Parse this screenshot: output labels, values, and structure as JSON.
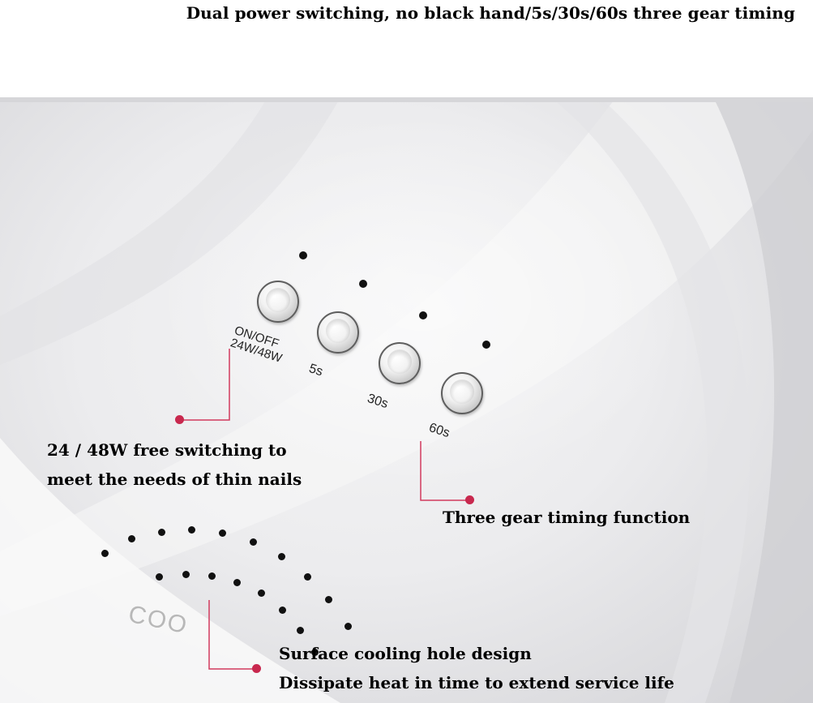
{
  "heading": "Dual power switching, no black hand/5s/30s/60s three gear timing",
  "buttons": {
    "power_label_line1": "ON/OFF",
    "power_label_line2": "24W/48W",
    "timer_5s": "5s",
    "timer_30s": "30s",
    "timer_60s": "60s"
  },
  "callouts": {
    "power_line1": "24 / 48W free switching to",
    "power_line2": "meet the needs of thin nails",
    "timer": "Three gear timing function",
    "cooling_line1": "Surface cooling hole design",
    "cooling_line2": "Dissipate heat in time to extend service life"
  },
  "device_text": "COO",
  "colors": {
    "accent_red": "#c8284e",
    "leader_line": "#d23a5e"
  }
}
